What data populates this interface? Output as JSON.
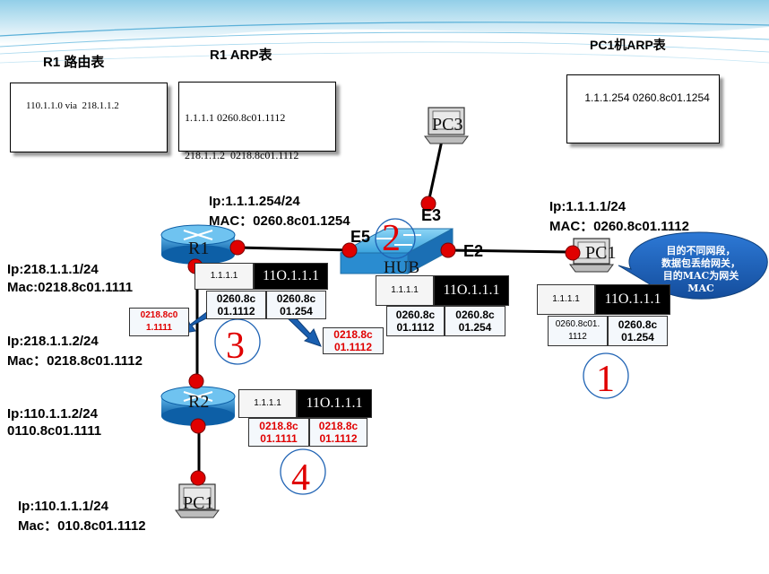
{
  "titles": {
    "r1_route": "R1  路由表",
    "r1_arp": "R1  ARP表",
    "pc1_arp": "PC1机ARP表"
  },
  "tables": {
    "r1_route": "110.1.1.0 via  218.1.1.2",
    "r1_arp_line1": "1.1.1.1 0260.8c01.1112",
    "r1_arp_line2": "218.1.1.2  0218.8c01.1112",
    "pc1_arp": "1.1.1.254 0260.8c01.1254"
  },
  "labels": {
    "r1_e5_ip": "Ip:1.1.1.254/24",
    "r1_e5_mac": "MAC：0260.8c01.1254",
    "pc1_ip": "Ip:1.1.1.1/24",
    "pc1_mac": "MAC：0260.8c01.1112",
    "r1_s_ip": "Ip:218.1.1.1/24",
    "r1_s_mac": "Mac:0218.8c01.1111",
    "r2_s_ip": "Ip:218.1.1.2/24",
    "r2_s_mac": "Mac：0218.8c01.1112",
    "r2_e_ip": "Ip:110.1.1.2/24",
    "r2_e_mac": "0110.8c01.1111",
    "pcb_ip": "Ip:110.1.1.1/24",
    "pcb_mac": "Mac：010.8c01.1112"
  },
  "devices": {
    "r1": "R1",
    "r2": "R2",
    "hub": "HUB",
    "pc3": "PC3",
    "pc1": "PC1",
    "pc_bottom": "PC1"
  },
  "ports": {
    "e3": "E3",
    "e5": "E5",
    "e2": "E2"
  },
  "callout": "目的不同网段，\n数据包丢给网关，\n目的MAC为网关\nMAC",
  "steps": {
    "s1": "1",
    "s2": "2",
    "s3": "3",
    "s4": "4"
  },
  "packets": {
    "p1": {
      "src_ip": "1.1.1.1",
      "dst_ip": "11O.1.1.1",
      "src_mac": "0260.8c01.\n1112",
      "dst_mac": "0260.8c\n01.254"
    },
    "p2": {
      "src_ip": "1.1.1.1",
      "dst_ip": "11O.1.1.1",
      "src_mac": "0260.8c\n01.1112",
      "dst_mac": "0260.8c\n01.254"
    },
    "p3": {
      "src_ip": "1.1.1.1",
      "dst_ip": "11O.1.1.1",
      "src_mac": "0260.8c\n01.1112",
      "dst_mac": "0260.8c\n01.254"
    },
    "p4": {
      "src_ip": "1.1.1.1",
      "dst_ip": "11O.1.1.1",
      "src_mac": "0218.8c\n01.1111",
      "dst_mac": "0218.8c\n01.1112"
    }
  },
  "replaced": {
    "left": "0218.8c0\n1.1111",
    "right": "0218.8c\n01.1112"
  }
}
